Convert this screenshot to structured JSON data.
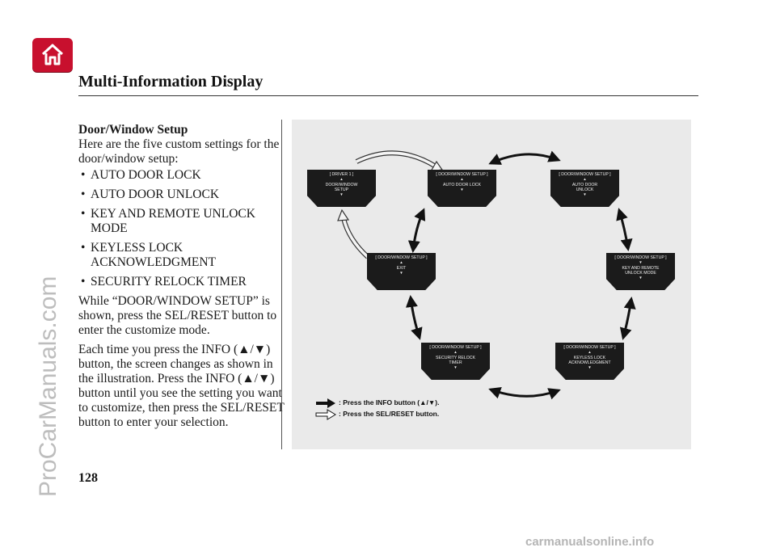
{
  "header": {
    "home_icon": "home-icon",
    "title": "Multi-Information Display",
    "accent_color": "#c8102e"
  },
  "content": {
    "heading": "Door/Window Setup",
    "intro": "Here are the five custom settings for the door/window setup:",
    "settings": [
      "AUTO DOOR LOCK",
      "AUTO DOOR UNLOCK",
      "KEY AND REMOTE UNLOCK MODE",
      "KEYLESS LOCK ACKNOWLEDGMENT",
      "SECURITY RELOCK TIMER"
    ],
    "para1": "While “DOOR/WINDOW SETUP” is shown, press the SEL/RESET button to enter the customize mode.",
    "para2": "Each time you press the INFO (▲/▼) button, the screen changes as shown in the illustration. Press the INFO (▲/▼) button until you see the setting you want to customize, then press the SEL/RESET button to enter your selection."
  },
  "diagram": {
    "screens": [
      {
        "id": "driver1",
        "header": "[ DRIVER 1 ]",
        "top_arrow": "▲",
        "lines": [
          "DOOR/WINDOW",
          "SETUP"
        ],
        "bottom_arrow": "▼"
      },
      {
        "id": "auto-door-lock",
        "header": "[ DOOR/WINDOW SETUP ]",
        "top_arrow": "▲",
        "lines": [
          "AUTO DOOR LOCK"
        ],
        "bottom_arrow": "▼"
      },
      {
        "id": "auto-door-unlock",
        "header": "[ DOOR/WINDOW SETUP ]",
        "top_arrow": "▲",
        "lines": [
          "AUTO DOOR",
          "UNLOCK"
        ],
        "bottom_arrow": "▼"
      },
      {
        "id": "exit",
        "header": "[ DOOR/WINDOW SETUP ]",
        "top_arrow": "▲",
        "lines": [
          "EXIT"
        ],
        "bottom_arrow": "▼"
      },
      {
        "id": "key-remote",
        "header": "[ DOOR/WINDOW SETUP ]",
        "top_arrow": "▼",
        "lines": [
          "KEY AND REMOTE",
          "UNLOCK MODE"
        ],
        "bottom_arrow": "▼"
      },
      {
        "id": "security-relock",
        "header": "[ DOOR/WINDOW SETUP ]",
        "top_arrow": "▲",
        "lines": [
          "SECURITY RELOCK",
          "TIMER"
        ],
        "bottom_arrow": "▼"
      },
      {
        "id": "keyless-lock",
        "header": "[ DOOR/WINDOW SETUP ]",
        "top_arrow": "▲",
        "lines": [
          "KEYLESS LOCK",
          "ACKNOWLEDGMENT"
        ],
        "bottom_arrow": "▼"
      }
    ],
    "legend": {
      "info_label": ": Press the INFO button (▲/▼).",
      "sel_label": ": Press the SEL/RESET button."
    }
  },
  "footer": {
    "page_number": "128"
  },
  "watermarks": {
    "side": "ProCarManuals.com",
    "bottom": "carmanualsonline.info"
  }
}
